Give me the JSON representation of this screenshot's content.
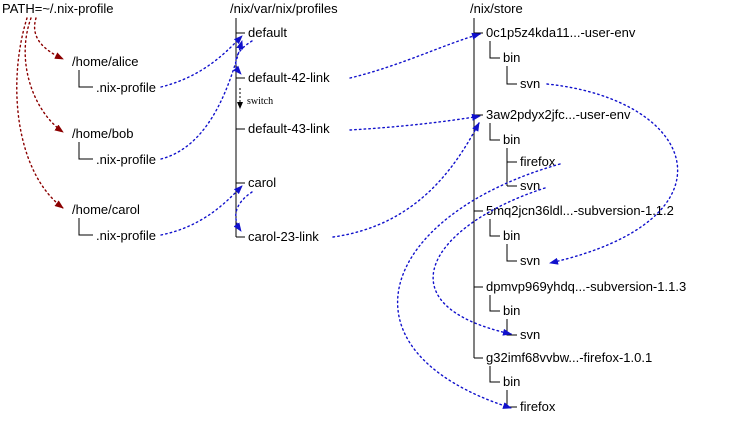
{
  "diagram": {
    "labels": {
      "path_env": "PATH=~/.nix-profile",
      "profiles_header": "/nix/var/nix/profiles",
      "store_header": "/nix/store",
      "switch": "switch"
    },
    "homes": [
      {
        "dir": "/home/alice",
        "link": ".nix-profile"
      },
      {
        "dir": "/home/bob",
        "link": ".nix-profile"
      },
      {
        "dir": "/home/carol",
        "link": ".nix-profile"
      }
    ],
    "profiles": {
      "default": "default",
      "default42": "default-42-link",
      "default43": "default-43-link",
      "carol": "carol",
      "carol23": "carol-23-link"
    },
    "store": {
      "env42": {
        "name": "0c1p5z4kda11...-user-env",
        "bin": "bin",
        "svn": "svn"
      },
      "env43": {
        "name": "3aw2pdyx2jfc...-user-env",
        "bin": "bin",
        "firefox": "firefox",
        "svn": "svn"
      },
      "sub112": {
        "name": "5mq2jcn36ldl...-subversion-1.1.2",
        "bin": "bin",
        "svn": "svn"
      },
      "sub113": {
        "name": "dpmvp969yhdq...-subversion-1.1.3",
        "bin": "bin",
        "svn": "svn"
      },
      "ff101": {
        "name": "g32imf68vvbw...-firefox-1.0.1",
        "bin": "bin",
        "firefox": "firefox"
      }
    },
    "colors": {
      "symlink_arrow": "#1111cc",
      "path_arrow": "#8b0000",
      "tree_line": "#000000"
    }
  }
}
